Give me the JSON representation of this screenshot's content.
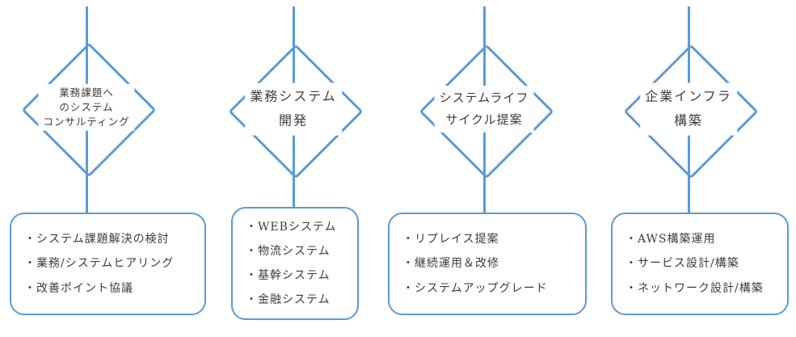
{
  "diagram": {
    "accent_color": "#5B9BD5",
    "text_color": "#3d3d3d",
    "columns": [
      {
        "title_lines": [
          "業務課題へ",
          "のシステム",
          "コンサルティング"
        ],
        "items": [
          "・システム課題解決の検討",
          "・業務/システムヒアリング",
          "・改善ポイント協議"
        ]
      },
      {
        "title_lines": [
          "業務システム",
          "開発"
        ],
        "items": [
          "・WEBシステム",
          "・物流システム",
          "・基幹システム",
          "・金融システム"
        ]
      },
      {
        "title_lines": [
          "システムライフ",
          "サイクル提案"
        ],
        "items": [
          "・リプレイス提案",
          "・継続運用＆改修",
          "・システムアップグレード"
        ]
      },
      {
        "title_lines": [
          "企業インフラ",
          "構築"
        ],
        "items": [
          "・AWS構築運用",
          "・サービス設計/構築",
          "・ネットワーク設計/構築"
        ]
      }
    ]
  }
}
